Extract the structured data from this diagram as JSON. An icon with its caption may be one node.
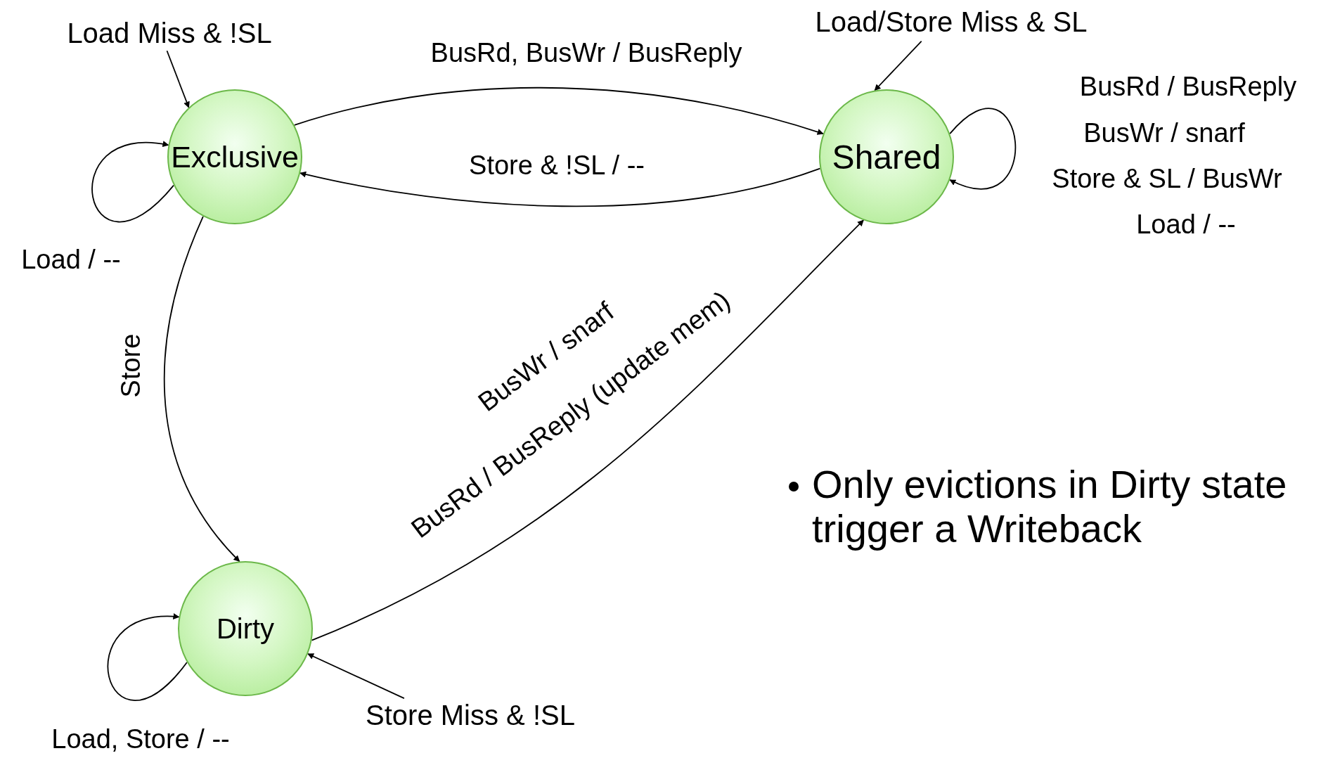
{
  "diagram": {
    "nodes": [
      {
        "text": [
          "Exclusive"
        ]
      },
      {
        "text": [
          "Shared"
        ]
      },
      {
        "text": [
          "Dirty"
        ]
      },
      {
        "text": [
          "Load Miss & !SL"
        ]
      },
      {
        "text": [
          "Load/Store Miss & SL"
        ]
      },
      {
        "text": [
          "Store Miss & !SL"
        ]
      }
    ],
    "edges": [
      {
        "from": 3,
        "to": 0,
        "arrow": "to"
      },
      {
        "from": 4,
        "to": 1,
        "arrow": "to"
      },
      {
        "from": 5,
        "to": 2,
        "arrow": "to"
      },
      {
        "from": 0,
        "to": 1,
        "arrow": "to",
        "label": "BusRd, BusWr / BusReply"
      },
      {
        "from": 1,
        "to": 0,
        "arrow": "to",
        "label": "Store & !SL / --"
      },
      {
        "from": 0,
        "to": 0,
        "arrow": "to",
        "label": "Load / --"
      },
      {
        "from": 1,
        "to": 1,
        "arrow": "to"
      },
      {
        "from": 0,
        "to": 2,
        "arrow": "to",
        "label": "Store"
      },
      {
        "from": 2,
        "to": 1,
        "arrow": "to",
        "label": "BusRd / BusReply (update mem)"
      },
      {
        "from": 2,
        "to": 2,
        "arrow": "to",
        "label": "Load, Store / --"
      }
    ],
    "labels": [
      "BusRd / BusReply",
      "BusWr / snarf",
      "Store & SL / BusWr",
      "Load / --",
      "BusWr / snarf",
      "Only evictions in Dirty state trigger a Writeback"
    ]
  }
}
